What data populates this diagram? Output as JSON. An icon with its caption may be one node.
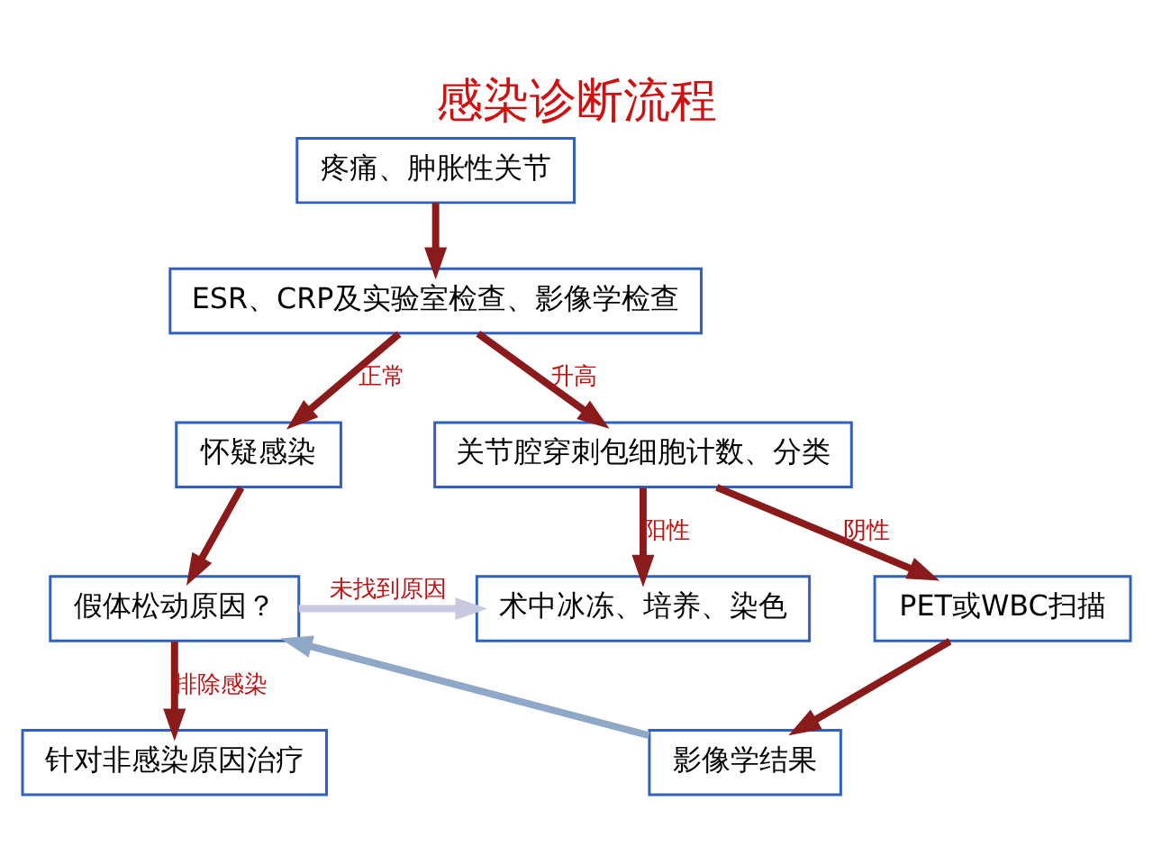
{
  "diagram": {
    "title": "感染诊断流程",
    "nodes": [
      {
        "text": [
          "疼痛、肿胀性关节"
        ]
      },
      {
        "text": [
          "ESR、CRP及实验室检查、影像学检查"
        ]
      },
      {
        "text": [
          "关节腔穿刺包细胞计数、分类"
        ]
      },
      {
        "text": [
          "怀疑感染"
        ]
      },
      {
        "text": [
          "PET或WBC扫描"
        ]
      },
      {
        "text": [
          "术中冰冻、培养、染色"
        ]
      },
      {
        "text": [
          "假体松动原因？"
        ]
      },
      {
        "text": [
          "影像学结果"
        ]
      },
      {
        "text": [
          "针对非感染原因治疗"
        ]
      }
    ],
    "edges": [
      {
        "from": 0,
        "to": 1,
        "arrow": "to"
      },
      {
        "from": 1,
        "to": 2,
        "arrow": "to",
        "label": "升高"
      },
      {
        "from": 1,
        "to": 3,
        "arrow": "to",
        "label": "正常"
      },
      {
        "from": 2,
        "to": 4,
        "arrow": "to",
        "label": "阴性"
      },
      {
        "from": 2,
        "to": 5,
        "arrow": "to",
        "label": "阳性"
      },
      {
        "from": 3,
        "to": 6,
        "arrow": "to"
      },
      {
        "from": 6,
        "to": 5,
        "arrow": "to",
        "label": "未找到原因",
        "color": "#c8c8e0"
      },
      {
        "from": 6,
        "to": 8,
        "arrow": "to",
        "label": "排除感染"
      },
      {
        "from": 4,
        "to": 7,
        "arrow": "to"
      },
      {
        "from": 7,
        "to": 6,
        "arrow": "to",
        "color": "#8fa8c8"
      }
    ]
  }
}
